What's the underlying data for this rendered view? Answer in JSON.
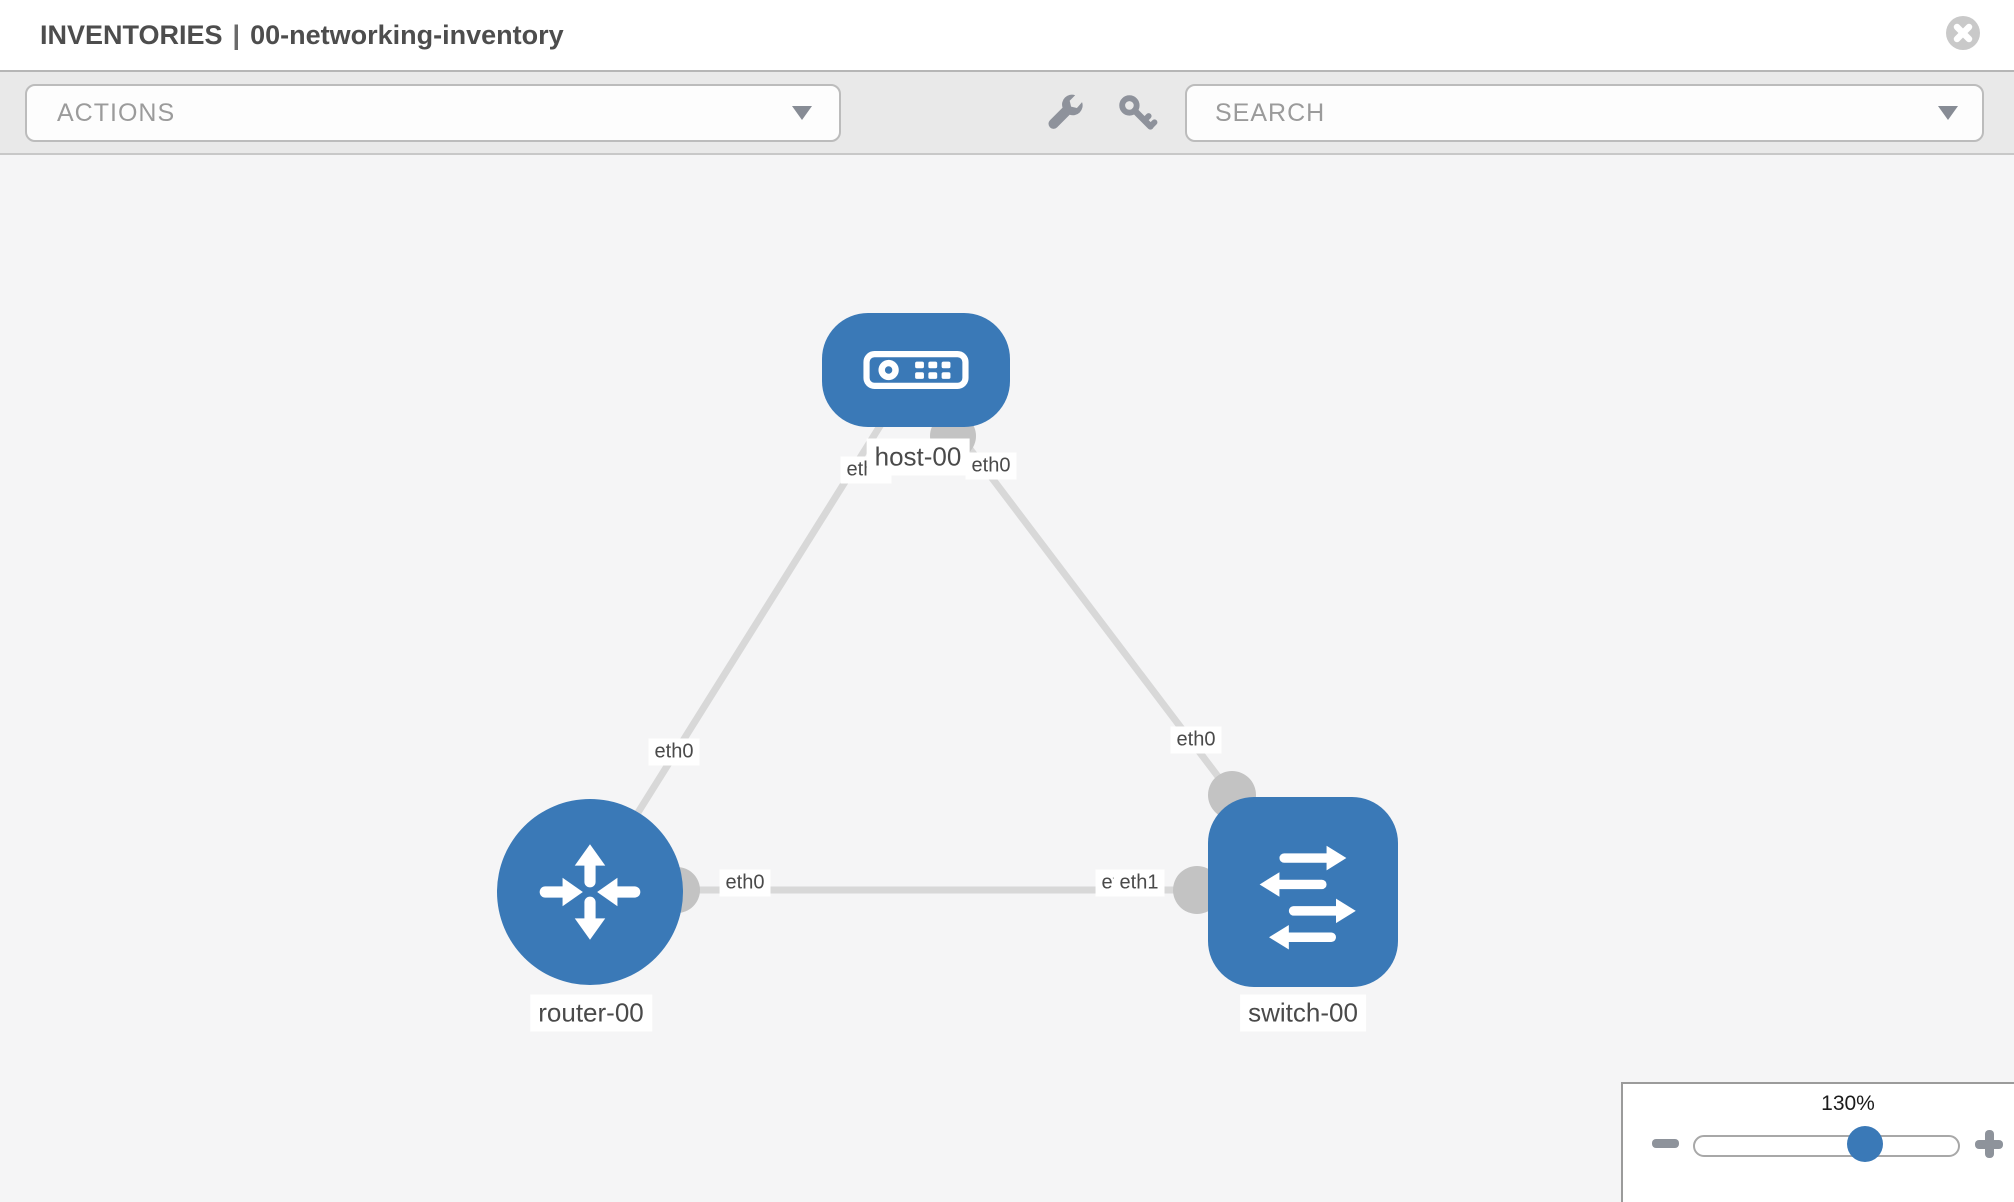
{
  "header": {
    "title_prefix": "INVENTORIES",
    "title_separator": "|",
    "title_name": "00-networking-inventory"
  },
  "toolbar": {
    "actions_label": "ACTIONS",
    "search_placeholder": "SEARCH",
    "icons": [
      "wrench-icon",
      "key-icon"
    ]
  },
  "topology": {
    "nodes": [
      {
        "id": "host-00",
        "label": "host-00",
        "type": "host",
        "icon": "host-icon"
      },
      {
        "id": "router-00",
        "label": "router-00",
        "type": "router",
        "icon": "router-icon"
      },
      {
        "id": "switch-00",
        "label": "switch-00",
        "type": "switch",
        "icon": "switch-icon"
      }
    ],
    "links": [
      {
        "from": "host-00",
        "from_iface": "eth0",
        "to": "router-00",
        "to_iface": "eth0"
      },
      {
        "from": "host-00",
        "from_iface": "eth0",
        "to": "switch-00",
        "to_iface": "eth0"
      },
      {
        "from": "router-00",
        "from_iface": "eth0",
        "to": "switch-00",
        "to_iface": "eth1",
        "to_iface_overlapped": "eth0"
      }
    ]
  },
  "zoom_control": {
    "percent_label": "130%"
  },
  "colors": {
    "node_blue": "#3a79b7",
    "link_gray": "#d8d8d8",
    "port_gray": "#c3c3c3",
    "toolbar_bg": "#e9e9e9",
    "canvas_bg": "#f5f5f6",
    "label_text": "#4a4a4a"
  }
}
